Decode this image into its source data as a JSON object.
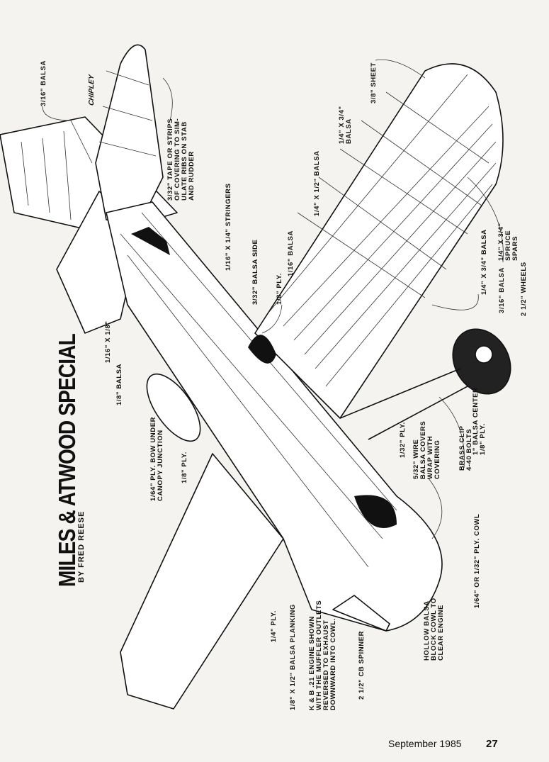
{
  "title": "MILES & ATWOOD SPECIAL",
  "byline": "BY FRED REESE",
  "logo": "CHIPLEY",
  "footer": {
    "issue": "September 1985",
    "page": "27"
  },
  "labels": {
    "tail_balsa": [
      "3/16\" BALSA"
    ],
    "tape": [
      "3/32\" TAPE OR STRIPS",
      "OF COVERING TO SIM-",
      "ULATE RIBS ON STAB",
      "AND RUDDER"
    ],
    "stringers": [
      "1/16\" X 1/4\" STRINGERS"
    ],
    "balsa_side": [
      "3/32\" BALSA SIDE"
    ],
    "ply_18_upper": [
      "1/8\" PLY."
    ],
    "balsa_116": [
      "1/16\" BALSA"
    ],
    "balsa_14x12": [
      "1/4\" X 1/2\" BALSA"
    ],
    "balsa_14x34_top": [
      "1/4\" X 3/4\"",
      "BALSA"
    ],
    "sheet": [
      "3/8\" SHEET"
    ],
    "spars": [
      "1/4\" X 3/4\"",
      "SPRUCE",
      "SPARS"
    ],
    "balsa_14x34_te": [
      "1/4\" X 3/4\" BALSA"
    ],
    "balsa_316_wing": [
      "3/16\" BALSA"
    ],
    "wheels": [
      "2 1/2\" WHEELS"
    ],
    "wheel_center": [
      "1\" BALSA CENTER",
      "1/8\" PLY."
    ],
    "brass_clip": [
      "BRASS  CLIP",
      "4-40  BOLTS"
    ],
    "wire": [
      "5/32\"  WIRE",
      "BALSA  COVERS",
      "WRAP  WITH",
      "COVERING"
    ],
    "ply_132": [
      "1/32\" PLY."
    ],
    "cowl": [
      "1/64\" OR 1/32\" PLY. COWL"
    ],
    "hollow_cowl": [
      "HOLLOW  BALSA",
      "BLOCK  COWL TO",
      "CLEAR ENGINE"
    ],
    "spinner": [
      "2 1/2\"  CB  SPINNER"
    ],
    "engine": [
      "K & B  .21  ENGINE  SHOWN",
      "WITH  THE  MUFFLER  OUTLETS",
      "REVERSED  TO  EXHAUST",
      "DOWNWARD  INTO  COWL."
    ],
    "planking": [
      "1/8\" X 1/2\" BALSA PLANKING"
    ],
    "ply_14": [
      "1/4\"  PLY."
    ],
    "ply_18_lower": [
      "1/8\" PLY."
    ],
    "canopy_bow": [
      "1/64\" PLY. BOW UNDER",
      "CANOPY  JUNCTION"
    ],
    "balsa_18": [
      "1/8\" BALSA"
    ],
    "balsa_116x18": [
      "1/16\" X 1/8\""
    ]
  }
}
